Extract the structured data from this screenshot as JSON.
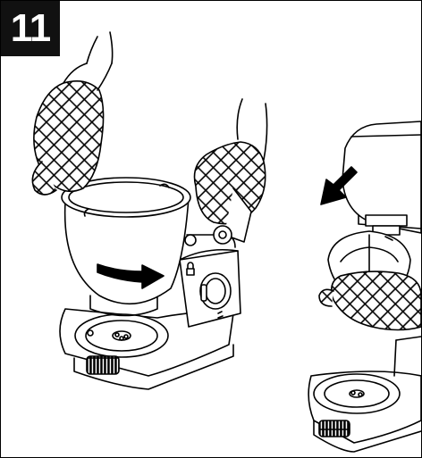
{
  "step": {
    "number": "11"
  },
  "illustration": {
    "ink_color": "#000000",
    "paper_color": "#ffffff",
    "badge_color": "#111111",
    "panels": [
      {
        "name": "remove-bowl",
        "icons": [
          "oven-mitt-icon",
          "bowl-icon",
          "mixer-base-icon",
          "rotate-arrow-icon"
        ]
      },
      {
        "name": "lower-head",
        "icons": [
          "mixer-head-icon",
          "oven-mitt-icon",
          "down-arrow-icon",
          "mixer-base-icon"
        ]
      }
    ]
  }
}
